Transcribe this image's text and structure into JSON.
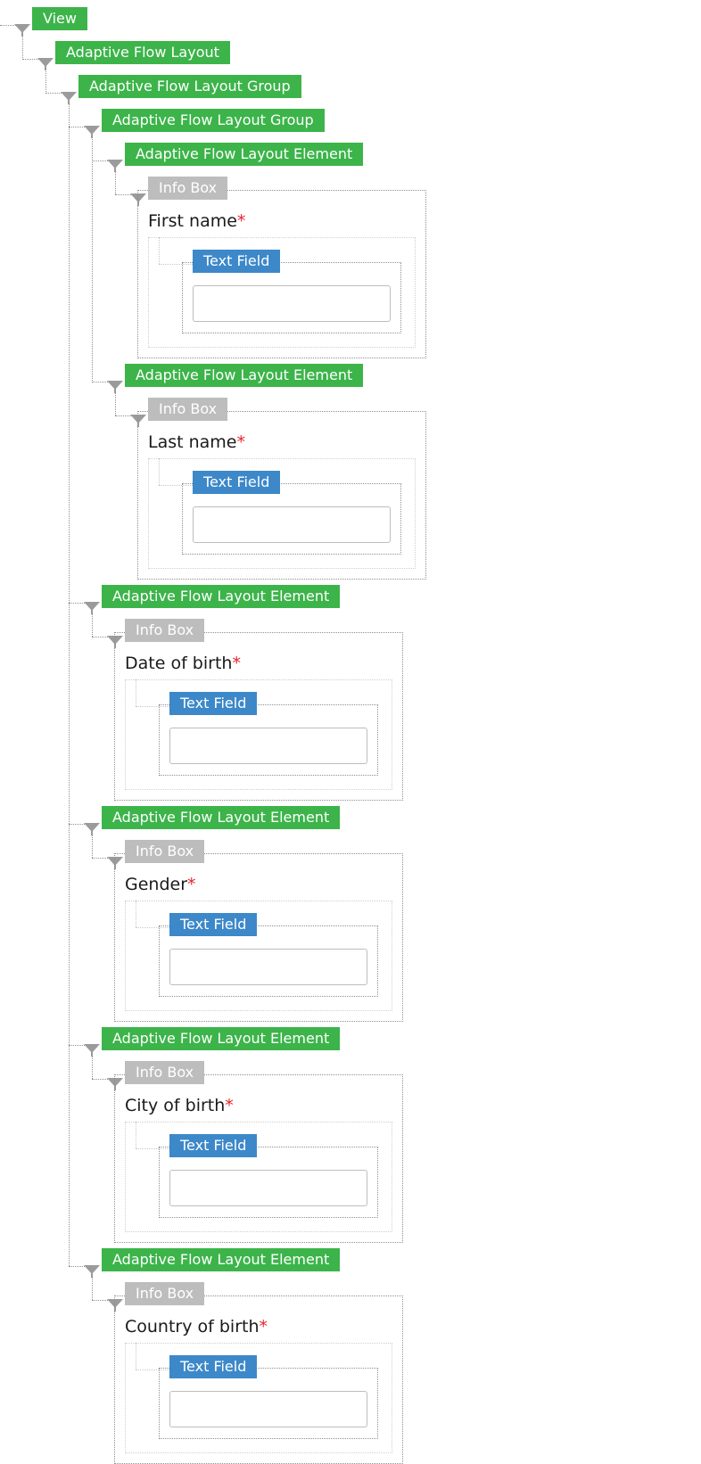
{
  "tree": {
    "view": {
      "label": "View"
    },
    "layout": {
      "label": "Adaptive Flow Layout"
    },
    "outer_group": {
      "label": "Adaptive Flow Layout Group"
    },
    "inner_group": {
      "label": "Adaptive Flow Layout Group"
    },
    "elements": [
      {
        "element_label": "Adaptive Flow Layout Element",
        "info_box_label": "Info Box",
        "field_caption": "First name",
        "required_marker": "*",
        "text_field_label": "Text Field",
        "input_value": "",
        "nested": true
      },
      {
        "element_label": "Adaptive Flow Layout Element",
        "info_box_label": "Info Box",
        "field_caption": "Last name",
        "required_marker": "*",
        "text_field_label": "Text Field",
        "input_value": "",
        "nested": true
      },
      {
        "element_label": "Adaptive Flow Layout Element",
        "info_box_label": "Info Box",
        "field_caption": "Date of birth",
        "required_marker": "*",
        "text_field_label": "Text Field",
        "input_value": "",
        "nested": false
      },
      {
        "element_label": "Adaptive Flow Layout Element",
        "info_box_label": "Info Box",
        "field_caption": "Gender",
        "required_marker": "*",
        "text_field_label": "Text Field",
        "input_value": "",
        "nested": false
      },
      {
        "element_label": "Adaptive Flow Layout Element",
        "info_box_label": "Info Box",
        "field_caption": "City of birth",
        "required_marker": "*",
        "text_field_label": "Text Field",
        "input_value": "",
        "nested": false
      },
      {
        "element_label": "Adaptive Flow Layout Element",
        "info_box_label": "Info Box",
        "field_caption": "Country of birth",
        "required_marker": "*",
        "text_field_label": "Text Field",
        "input_value": "",
        "nested": false
      }
    ]
  },
  "colors": {
    "layout_tag": "#3cb44a",
    "info_box_tag": "#bdbdbd",
    "text_field_tag": "#3d88c9",
    "required_marker": "#e8242c",
    "connector": "#8f8f8f"
  }
}
